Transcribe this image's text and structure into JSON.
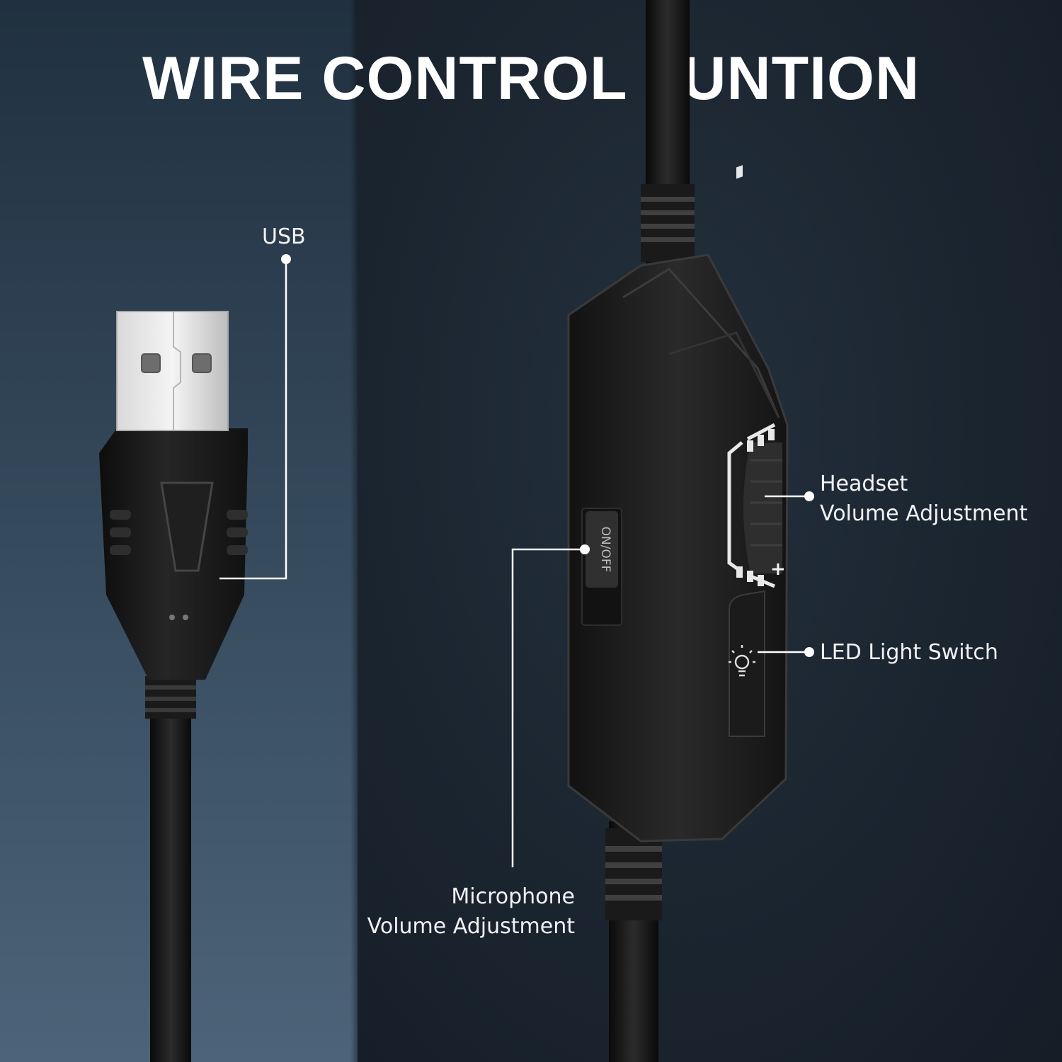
{
  "title": "WIRE CONTROL FUNTION",
  "callouts": {
    "usb": "USB",
    "headset_line1": "Headset",
    "headset_line2": "Volume Adjustment",
    "led": "LED Light Switch",
    "mic_line1": "Microphone",
    "mic_line2": "Volume Adjustment"
  },
  "device_markings": {
    "switch_text": "ON/OFF",
    "plus_sign": "+"
  },
  "colors": {
    "background_left": "#3a4f63",
    "background_right": "#1b2530",
    "device_body": "#1a1a1a",
    "text": "#ffffff"
  }
}
